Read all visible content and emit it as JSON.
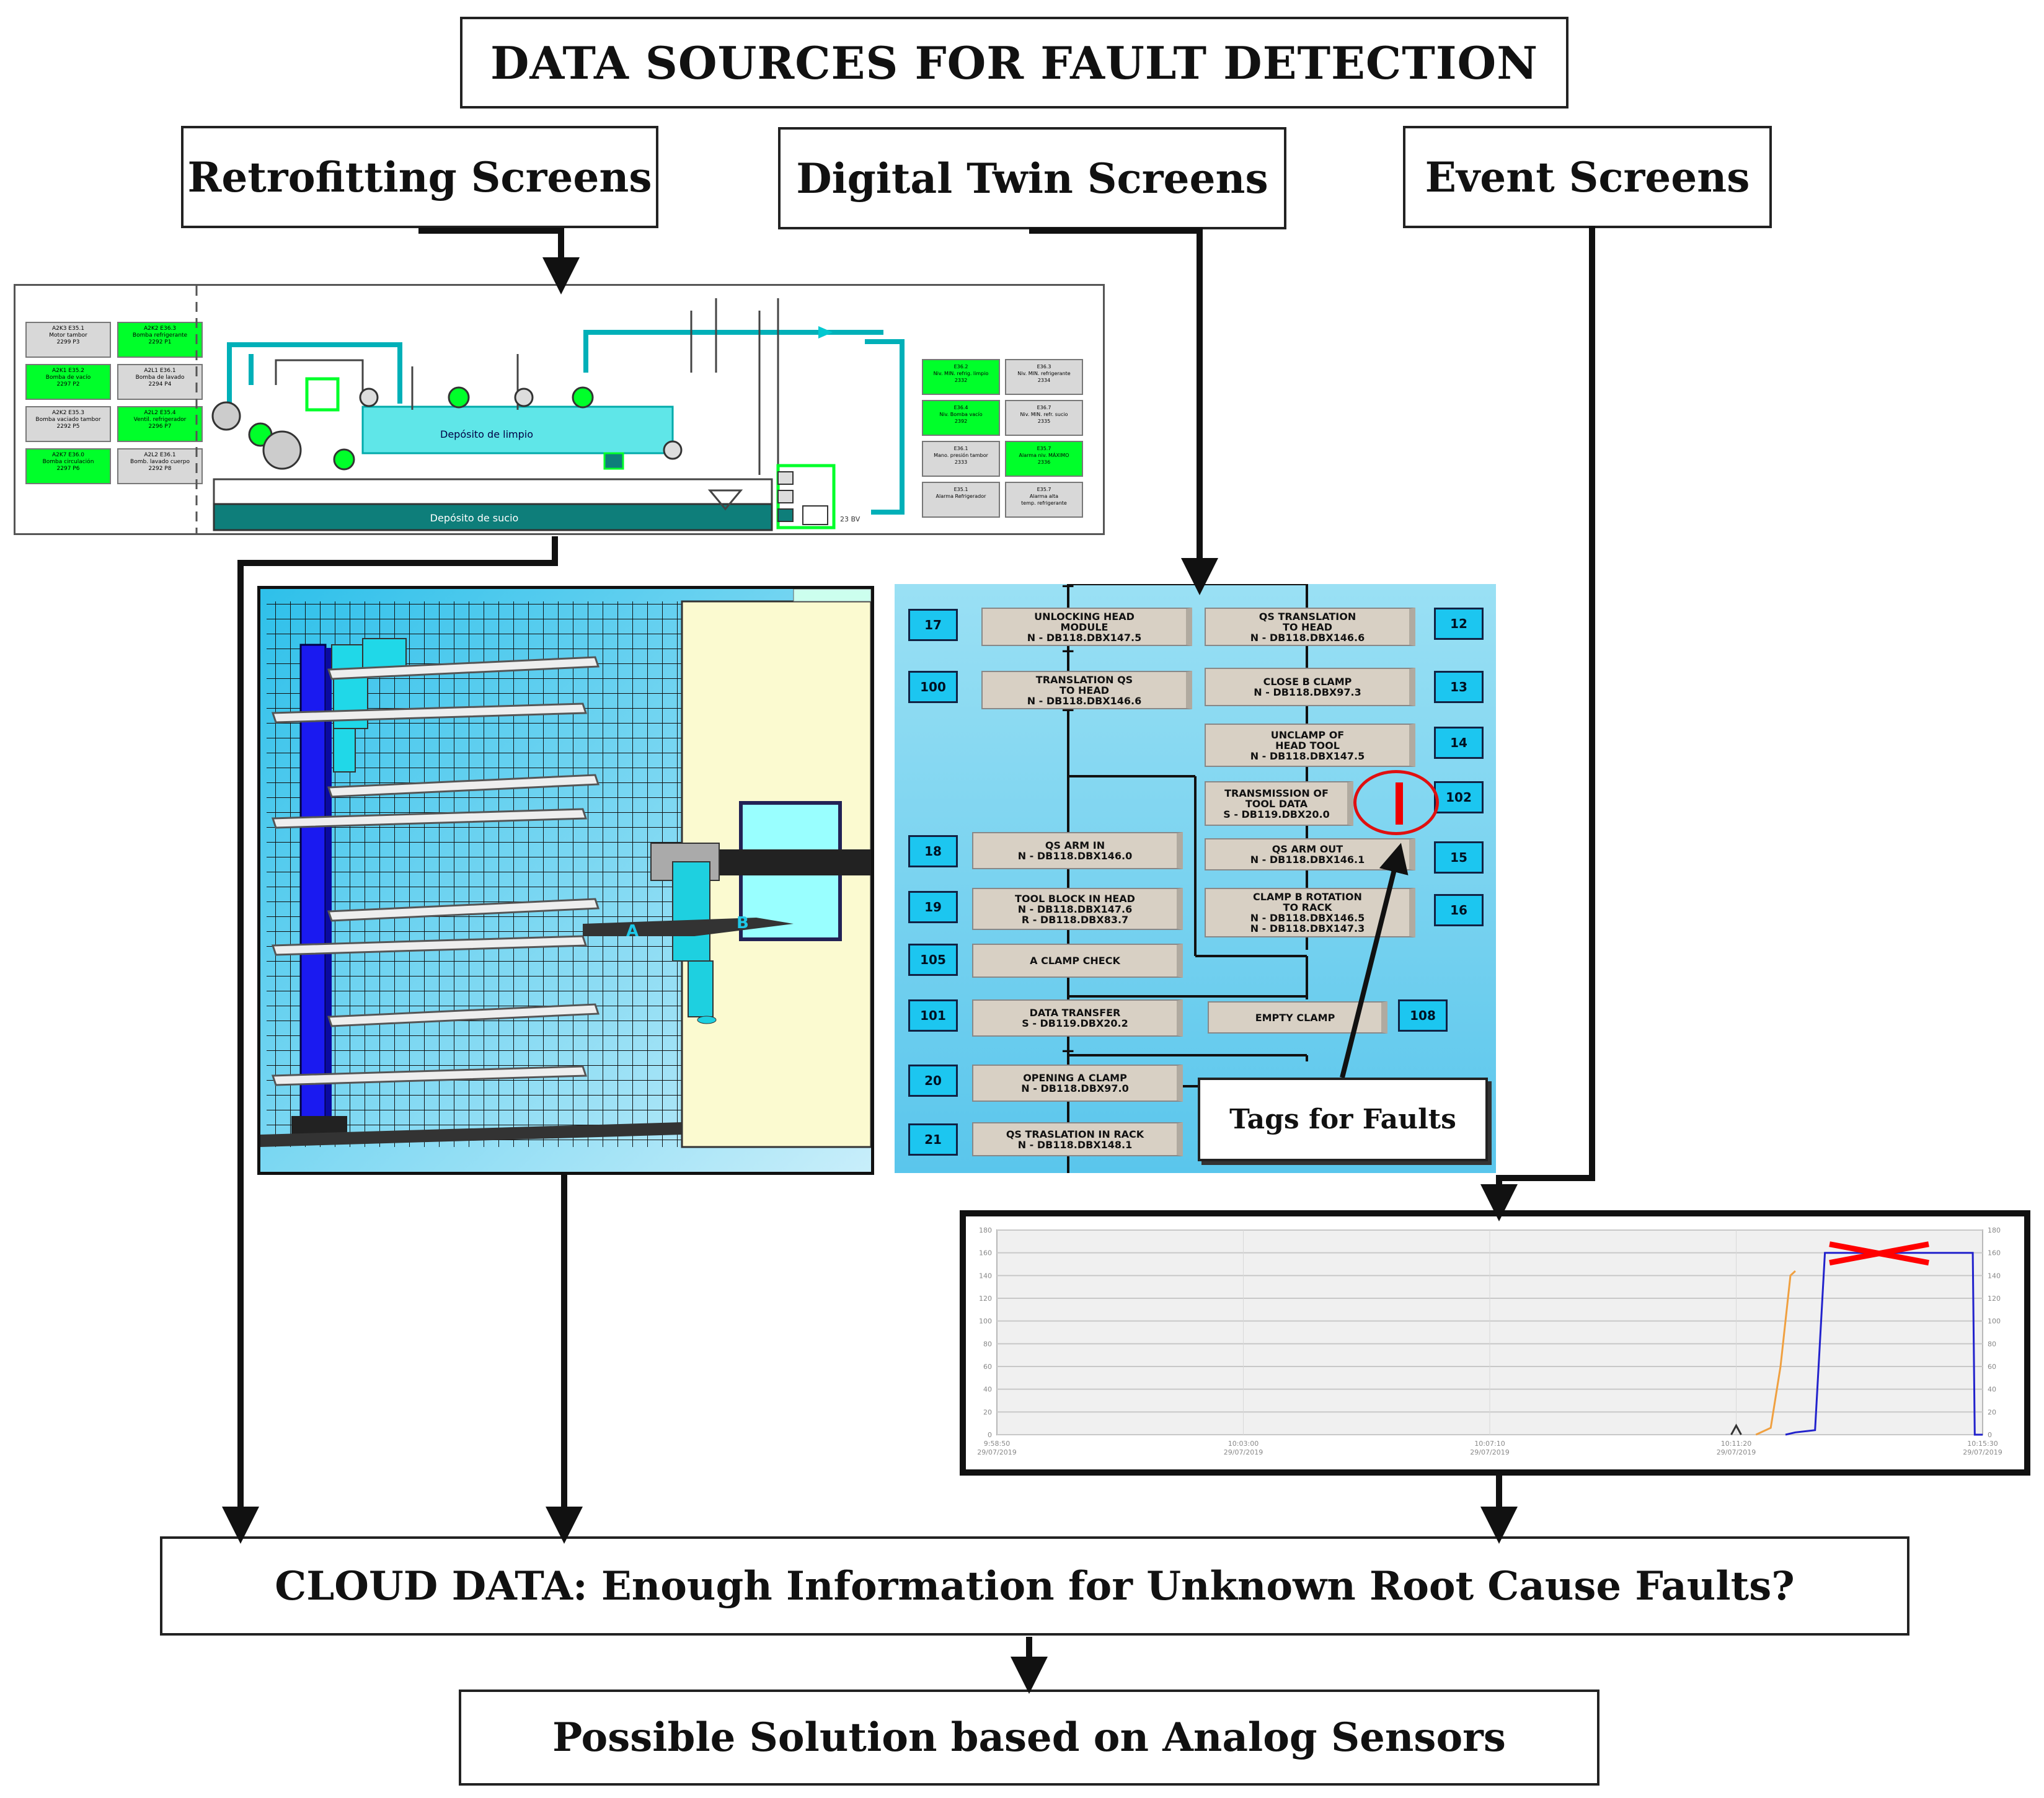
{
  "title": "DATA SOURCES FOR FAULT DETECTION",
  "sources": {
    "retrofitting": "Retrofitting Screens",
    "digital_twin": "Digital Twin Screens",
    "event": "Event Screens"
  },
  "cloud": "CLOUD DATA: Enough Information for Unknown Root Cause Faults?",
  "solution": "Possible Solution based on Analog Sensors",
  "callout": "Tags for Faults",
  "retrofit_screen": {
    "left_cells": [
      {
        "code": "A2K3  E35.1",
        "name": "Motor tambor",
        "id": "2299  P3"
      },
      {
        "code": "A2K2  E36.3",
        "name": "Bomba refrigerante",
        "id": "2292  P1"
      },
      {
        "code": "A2K1  E35.2",
        "name": "Bomba de vacío",
        "id": "2297  P2"
      },
      {
        "code": "A2L1  E36.1",
        "name": "Bomba de lavado",
        "id": "2294  P4"
      },
      {
        "code": "A2K2  E35.3",
        "name": "Bomba vaciado tambor",
        "id": "2292  P5"
      },
      {
        "code": "A2L2  E35.4",
        "name": "Ventil. refrigerador",
        "id": "2296  P7"
      },
      {
        "code": "A2K7  E36.0",
        "name": "Bomba circulación",
        "id": "2297  P6"
      },
      {
        "code": "A2L2  E36.1",
        "name": "Bomb. lavado cuerpo",
        "id": "2292  P8"
      }
    ],
    "right_cells": [
      {
        "line1": "E36.2",
        "line2": "Niv. MIN. refrig. limpio",
        "line3": "2332"
      },
      {
        "line1": "E36.3",
        "line2": "Niv. MIN. refrigerante",
        "line3": "2334"
      },
      {
        "line1": "E36.4",
        "line2": "Niv. Bomba vacío",
        "line3": "2392"
      },
      {
        "line1": "E36.7",
        "line2": "Niv. MIN. refr. sucio",
        "line3": "2335"
      },
      {
        "line1": "E36.1",
        "line2": "Mano. presión tambor",
        "line3": "2333"
      },
      {
        "line1": "E35.7",
        "line2": "Alarma niv. MÁXIMO",
        "line3": "2336"
      },
      {
        "line1": "E35.1",
        "line2": "Alarma Refrigerador",
        "line3": ""
      },
      {
        "line1": "E35.7",
        "line2": "Alarma alta",
        "line3": "temp. refrigerante"
      }
    ],
    "tank_clean": "Depósito de limpio",
    "tank_dirty": "Depósito de sucio",
    "tank_label": "23 BV"
  },
  "twin_screen": {
    "steps": [
      {
        "num": "17",
        "lines": [
          "UNLOCKING HEAD",
          "MODULE",
          "N - DB118.DBX147.5"
        ]
      },
      {
        "num": "12",
        "lines": [
          "QS TRANSLATION",
          "TO HEAD",
          "N - DB118.DBX146.6"
        ]
      },
      {
        "num": "100",
        "lines": [
          "TRANSLATION QS",
          "TO HEAD",
          "N - DB118.DBX146.6"
        ]
      },
      {
        "num": "13",
        "lines": [
          "CLOSE B CLAMP",
          "N - DB118.DBX97.3"
        ]
      },
      {
        "num": "14",
        "lines": [
          "UNCLAMP OF",
          "HEAD TOOL",
          "N - DB118.DBX147.5"
        ]
      },
      {
        "num": "102",
        "lines": [
          "TRANSMISSION OF",
          "TOOL DATA",
          "S - DB119.DBX20.0"
        ]
      },
      {
        "num": "18",
        "lines": [
          "QS ARM IN",
          "N - DB118.DBX146.0"
        ]
      },
      {
        "num": "15",
        "lines": [
          "QS ARM OUT",
          "N - DB118.DBX146.1"
        ]
      },
      {
        "num": "19",
        "lines": [
          "TOOL BLOCK IN HEAD",
          "N - DB118.DBX147.6",
          "R - DB118.DBX83.7"
        ]
      },
      {
        "num": "16",
        "lines": [
          "CLAMP B ROTATION",
          "TO RACK",
          "N - DB118.DBX146.5",
          "N - DB118.DBX147.3"
        ]
      },
      {
        "num": "105",
        "lines": [
          "A CLAMP CHECK"
        ]
      },
      {
        "num": "101",
        "lines": [
          "DATA TRANSFER",
          "S - DB119.DBX20.2"
        ]
      },
      {
        "num": "108",
        "lines": [
          "EMPTY CLAMP"
        ]
      },
      {
        "num": "20",
        "lines": [
          "OPENING A CLAMP",
          "N - DB118.DBX97.0"
        ]
      },
      {
        "num": "21",
        "lines": [
          "QS TRASLATION IN RACK",
          "N - DB118.DBX148.1"
        ]
      }
    ]
  },
  "robot_screen": {
    "label_a": "A",
    "label_b": "B"
  },
  "chart_data": {
    "type": "line",
    "x_ticks": [
      {
        "time": "9:58:50",
        "date": "29/07/2019"
      },
      {
        "time": "10:03:00",
        "date": "29/07/2019"
      },
      {
        "time": "10:07:10",
        "date": "29/07/2019"
      },
      {
        "time": "10:11:20",
        "date": "29/07/2019"
      },
      {
        "time": "10:15:30",
        "date": "29/07/2019"
      }
    ],
    "y_ticks": [
      0,
      20,
      40,
      60,
      80,
      100,
      120,
      140,
      160,
      180
    ],
    "ylim": [
      0,
      180
    ],
    "series": [
      {
        "color": "#2222cc",
        "points": [
          [
            "10:12:10",
            0
          ],
          [
            "10:12:20",
            2
          ],
          [
            "10:12:40",
            4
          ],
          [
            "10:12:50",
            160
          ],
          [
            "10:15:20",
            160
          ],
          [
            "10:15:22",
            0
          ],
          [
            "10:15:30",
            0
          ]
        ]
      },
      {
        "color": "#f0a040",
        "points": [
          [
            "10:11:40",
            0
          ],
          [
            "10:11:55",
            6
          ],
          [
            "10:12:05",
            60
          ],
          [
            "10:12:15",
            140
          ],
          [
            "10:12:20",
            144
          ]
        ]
      },
      {
        "color": "#333333",
        "points": [
          [
            "10:11:15",
            0
          ],
          [
            "10:11:20",
            8
          ],
          [
            "10:11:25",
            0
          ]
        ]
      }
    ],
    "annotation": "fault-mark",
    "grid": true,
    "colors": {
      "marker": "#ff0000"
    }
  },
  "colors": {
    "cyan": "#00b8c8",
    "green": "#00ff2a",
    "teal": "#0e7e7a",
    "twin_bg": "#8ed8f0"
  }
}
